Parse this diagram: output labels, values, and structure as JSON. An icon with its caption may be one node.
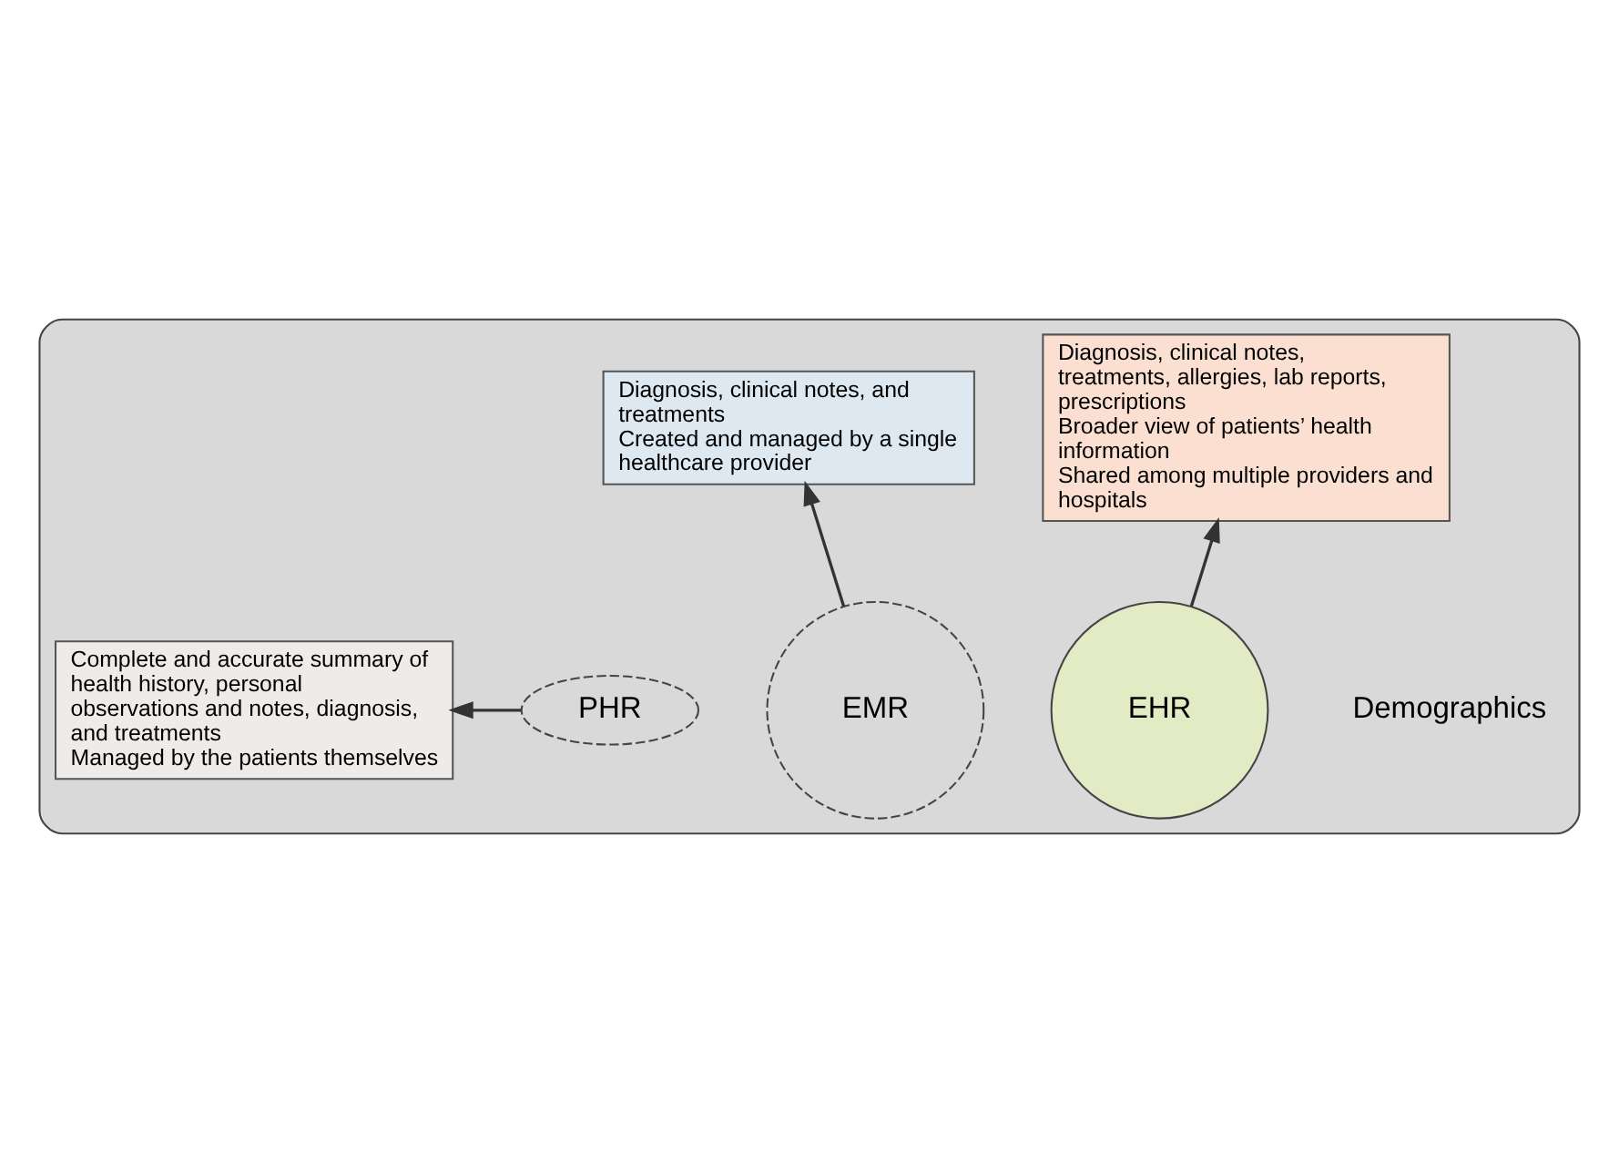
{
  "diagram": {
    "nodes": [
      {
        "text": [],
        "shape": "ellipse"
      },
      {
        "text": [
          "Diagnosis, clinical notes, treatments, allergies, lab reports, prescriptions",
          "Broader view of patients’ health information",
          "Shared among multiple providers and hospitals"
        ],
        "in": 0
      },
      {
        "text": [
          "Diagnosis, clinical notes, and treatments",
          "Created and managed by a single healthcare provider"
        ],
        "in": 0
      },
      {
        "text": [
          "EHR"
        ],
        "in": 0
      },
      {
        "text": [
          "EMR"
        ],
        "in": 0
      },
      {
        "text": [
          "PHR"
        ],
        "in": 0
      },
      {
        "text": [
          "Complete and accurate summary of health history, personal observations and notes, diagnosis, and treatments",
          "Managed by the patients themselves"
        ],
        "in": 0
      }
    ],
    "edges": [
      {
        "from": 3,
        "to": 1,
        "arrow": "to"
      },
      {
        "from": 4,
        "to": 2,
        "arrow": "to"
      },
      {
        "from": 5,
        "to": 6,
        "arrow": "to"
      }
    ],
    "labels": [
      "Demographics"
    ]
  }
}
